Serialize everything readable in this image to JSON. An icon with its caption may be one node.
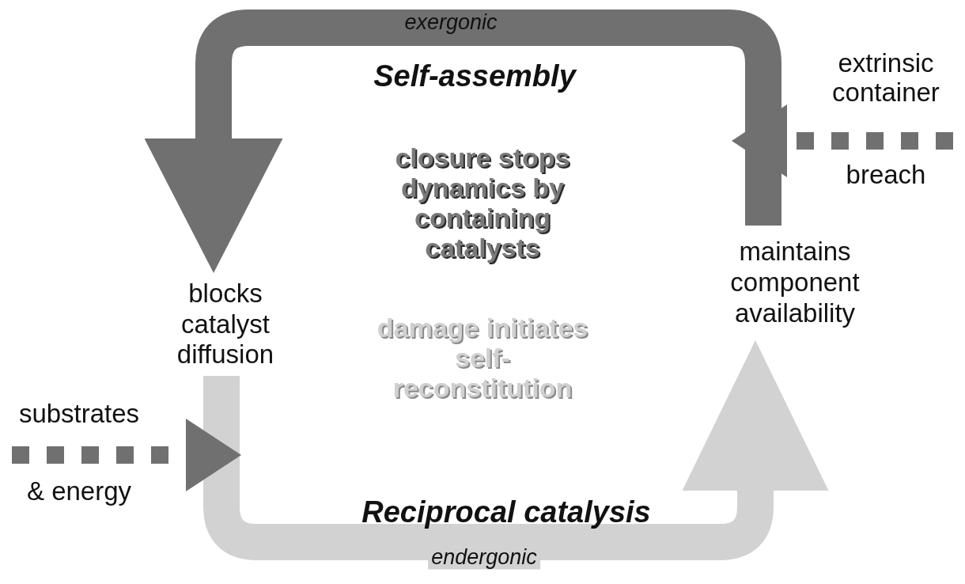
{
  "diagram": {
    "nodes": [
      {
        "text": [
          "blocks catalyst diffusion"
        ]
      },
      {
        "text": [
          "maintains component availability"
        ]
      }
    ],
    "edges": [
      {
        "from": 1,
        "to": 0,
        "arrow": "to",
        "label": "exergonic",
        "style": "thick"
      },
      {
        "from": 0,
        "to": 1,
        "arrow": "to",
        "label": "endergonic",
        "style": "thick",
        "color": "#d2d2d2"
      },
      {
        "from": null,
        "to": 1,
        "arrow": "to",
        "style": "dashed"
      },
      {
        "from": null,
        "to": 0,
        "arrow": "to",
        "style": "dashed"
      }
    ],
    "labels": [
      "extrinsic container",
      "Self-assembly",
      "breach",
      "closure stops dynamics by containing catalysts",
      "damage initiates self-reconstitution",
      "substrates",
      "& energy",
      "Reciprocal catalysis"
    ]
  }
}
